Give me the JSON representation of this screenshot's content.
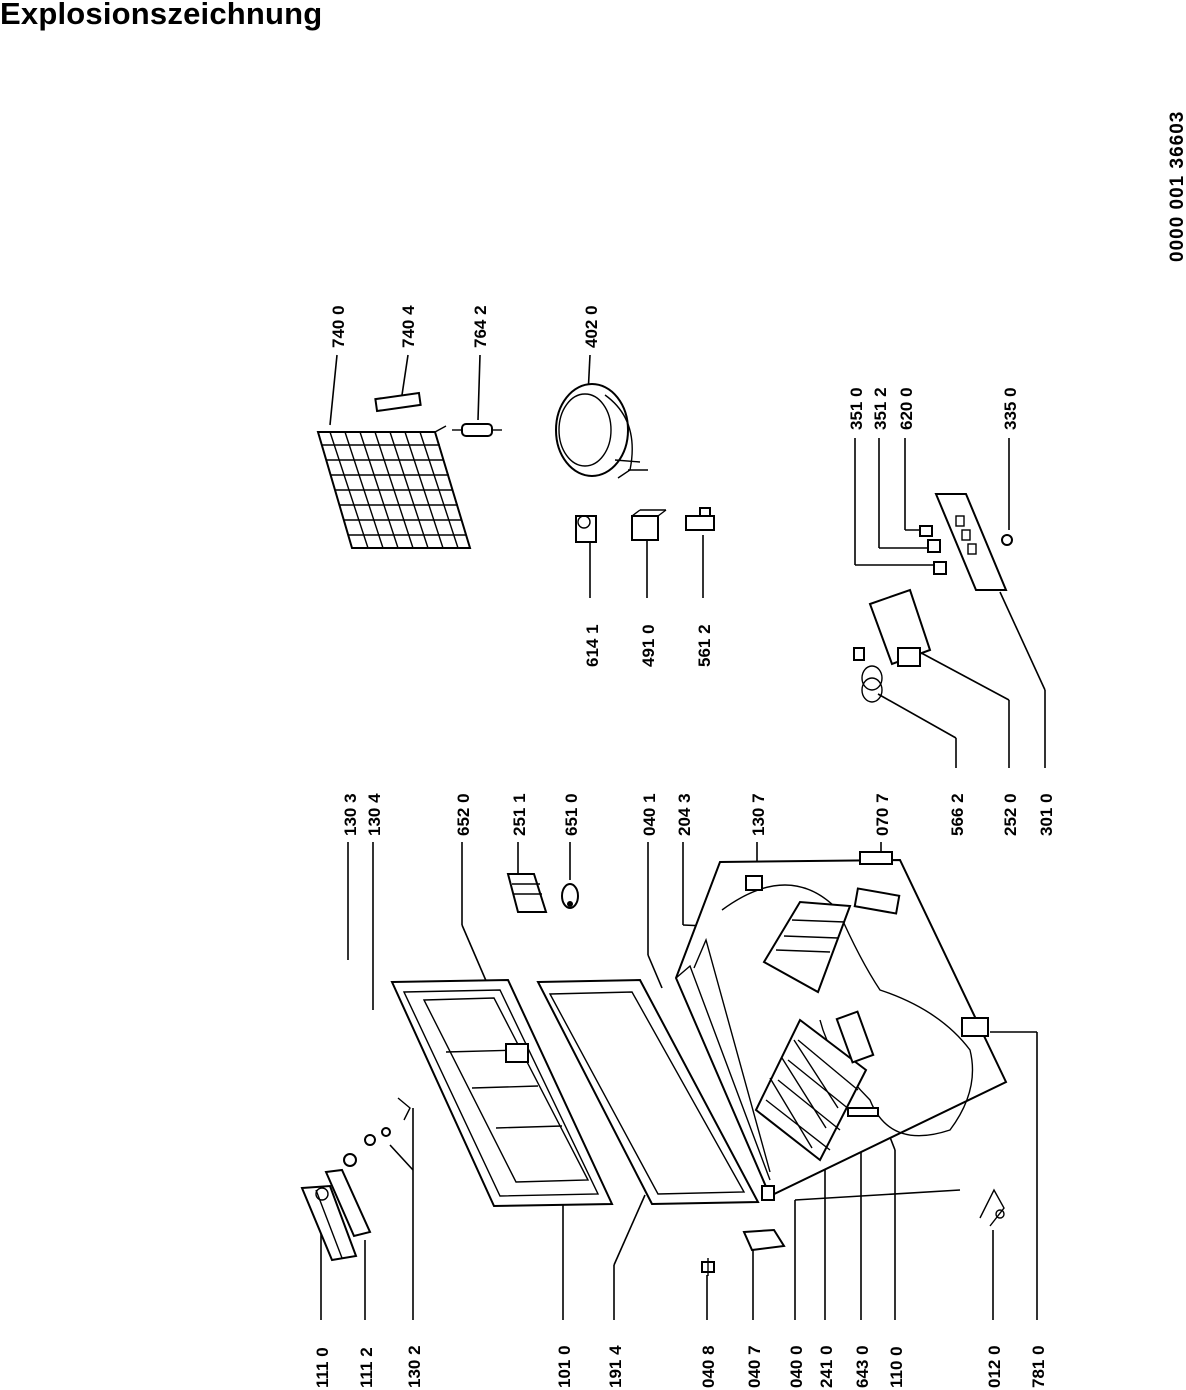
{
  "title": "Explosionszeichnung",
  "doc_number": "0000 001 36603",
  "labels": {
    "l_7400": "740 0",
    "l_7404": "740 4",
    "l_7642": "764 2",
    "l_4020": "402 0",
    "l_3510": "351 0",
    "l_3512": "351 2",
    "l_6200": "620 0",
    "l_3350": "335 0",
    "l_6141": "614 1",
    "l_4910": "491 0",
    "l_5612": "561 2",
    "l_5662": "566 2",
    "l_2520": "252 0",
    "l_3010": "301 0",
    "l_1303": "130 3",
    "l_1304": "130 4",
    "l_6520": "652 0",
    "l_2511": "251 1",
    "l_6510": "651 0",
    "l_0401": "040 1",
    "l_2043": "204 3",
    "l_1307": "130 7",
    "l_0707": "070 7",
    "l_1110": "111 0",
    "l_1112": "111 2",
    "l_1302": "130 2",
    "l_1010": "101 0",
    "l_1914": "191 4",
    "l_0408": "040 8",
    "l_0407": "040 7",
    "l_0400": "040 0",
    "l_2410": "241 0",
    "l_6430": "643 0",
    "l_1100": "110 0",
    "l_0120": "012 0",
    "l_7810": "781 0"
  }
}
